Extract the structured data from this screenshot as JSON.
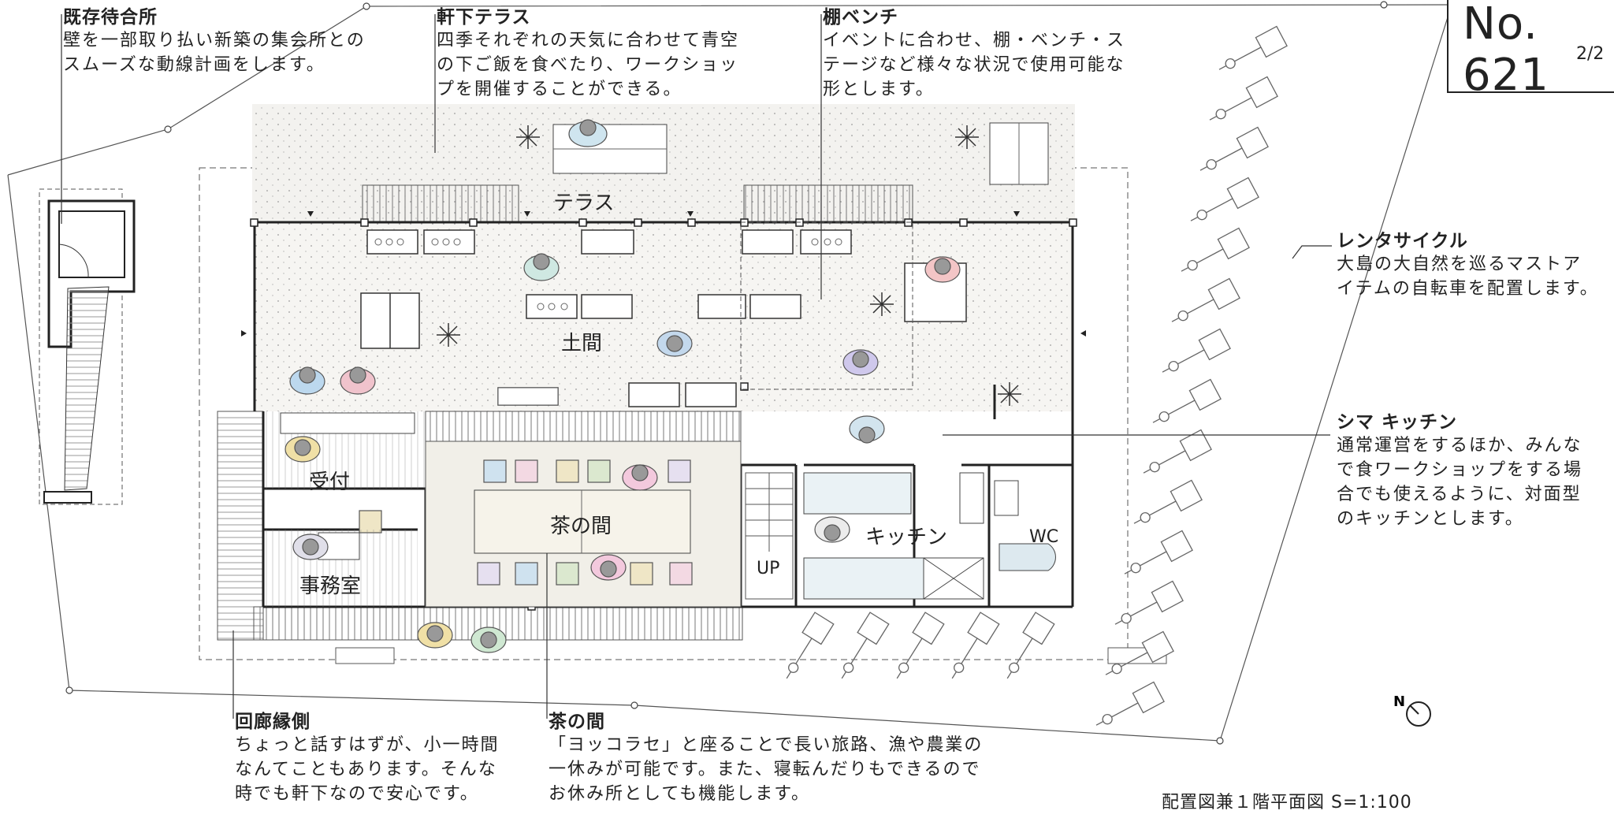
{
  "sheet": {
    "number": "No. 621",
    "page": "2/2"
  },
  "annotations": {
    "kizon": {
      "title": "既存待合所",
      "lines": [
        "壁を一部取り払い新築の集会所との",
        "スムーズな動線計画をします。"
      ]
    },
    "nokishita": {
      "title": "軒下テラス",
      "lines": [
        "四季それぞれの天気に合わせて青空",
        "の下ご飯を食べたり、ワークショッ",
        "プを開催することができる。"
      ]
    },
    "tana": {
      "title": "棚ベンチ",
      "lines": [
        "イベントに合わせ、棚・ベンチ・ス",
        "テージなど様々な状況で使用可能な",
        "形とします。"
      ]
    },
    "rental": {
      "title": "レンタサイクル",
      "lines": [
        "大島の大自然を巡るマストア",
        "イテムの自転車を配置します。"
      ]
    },
    "shima": {
      "title": "シマ キッチン",
      "lines": [
        "通常運営をするほか、みんな",
        "で食ワークショップをする場",
        "合でも使えるように、対面型",
        "のキッチンとします。"
      ]
    },
    "kairo": {
      "title": "回廊縁側",
      "lines": [
        "ちょっと話すはずが、小一時間",
        "なんてこともあります。そんな",
        "時でも軒下なので安心です。"
      ]
    },
    "chanoma": {
      "title": "茶の間",
      "lines": [
        "「ヨッコラセ」と座ることで長い旅路、漁や農業の",
        "一休みが可能です。また、寝転んだりもできるので",
        "お休み所としても機能します。"
      ]
    }
  },
  "rooms": {
    "terrace": "テラス",
    "doma": "土間",
    "uketsuke": "受付",
    "chanoma": "茶の間",
    "jimushitsu": "事務室",
    "kitchen": "キッチン",
    "wc": "WC",
    "up": "UP"
  },
  "north": "N",
  "caption": "配置図兼１階平面図 S=1:100"
}
